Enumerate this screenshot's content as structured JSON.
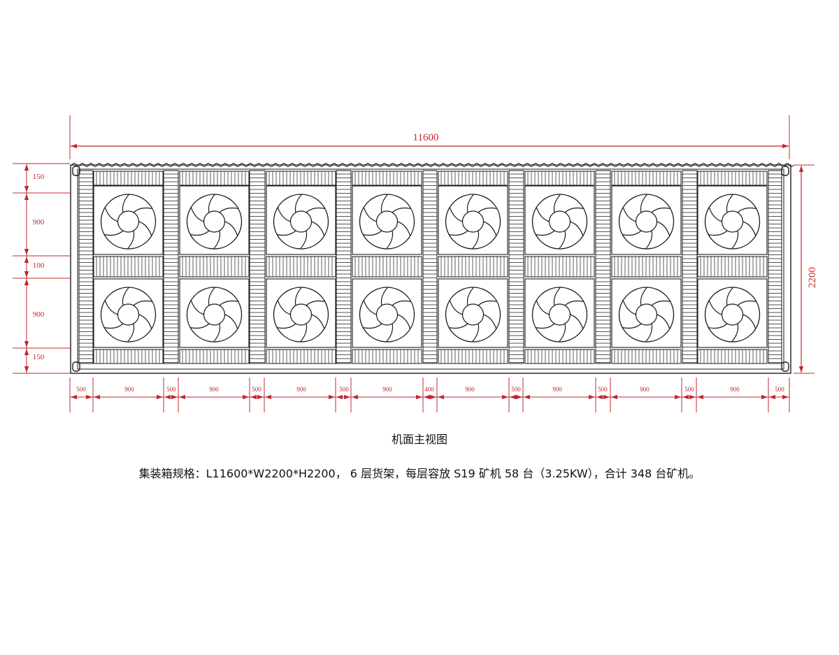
{
  "dimensions": {
    "total_length": "11600",
    "total_height": "2200",
    "vertical_segments": [
      "150",
      "900",
      "100",
      "900",
      "150"
    ],
    "horizontal_segments": [
      "500",
      "900",
      "500",
      "900",
      "500",
      "900",
      "500",
      "900",
      "400",
      "900",
      "500",
      "900",
      "500",
      "900",
      "500",
      "900",
      "500"
    ]
  },
  "fan_grid": {
    "columns": 8,
    "rows": 2
  },
  "caption": {
    "title": "机面主视图",
    "spec": "集装箱规格：L11600*W2200*H2200， 6 层货架，每层容放 S19 矿机 58 台（3.25KW），合计 348 台矿机。"
  },
  "colors": {
    "dimension": "#c0282e",
    "outline": "#1a1a1a",
    "background": "#ffffff"
  }
}
